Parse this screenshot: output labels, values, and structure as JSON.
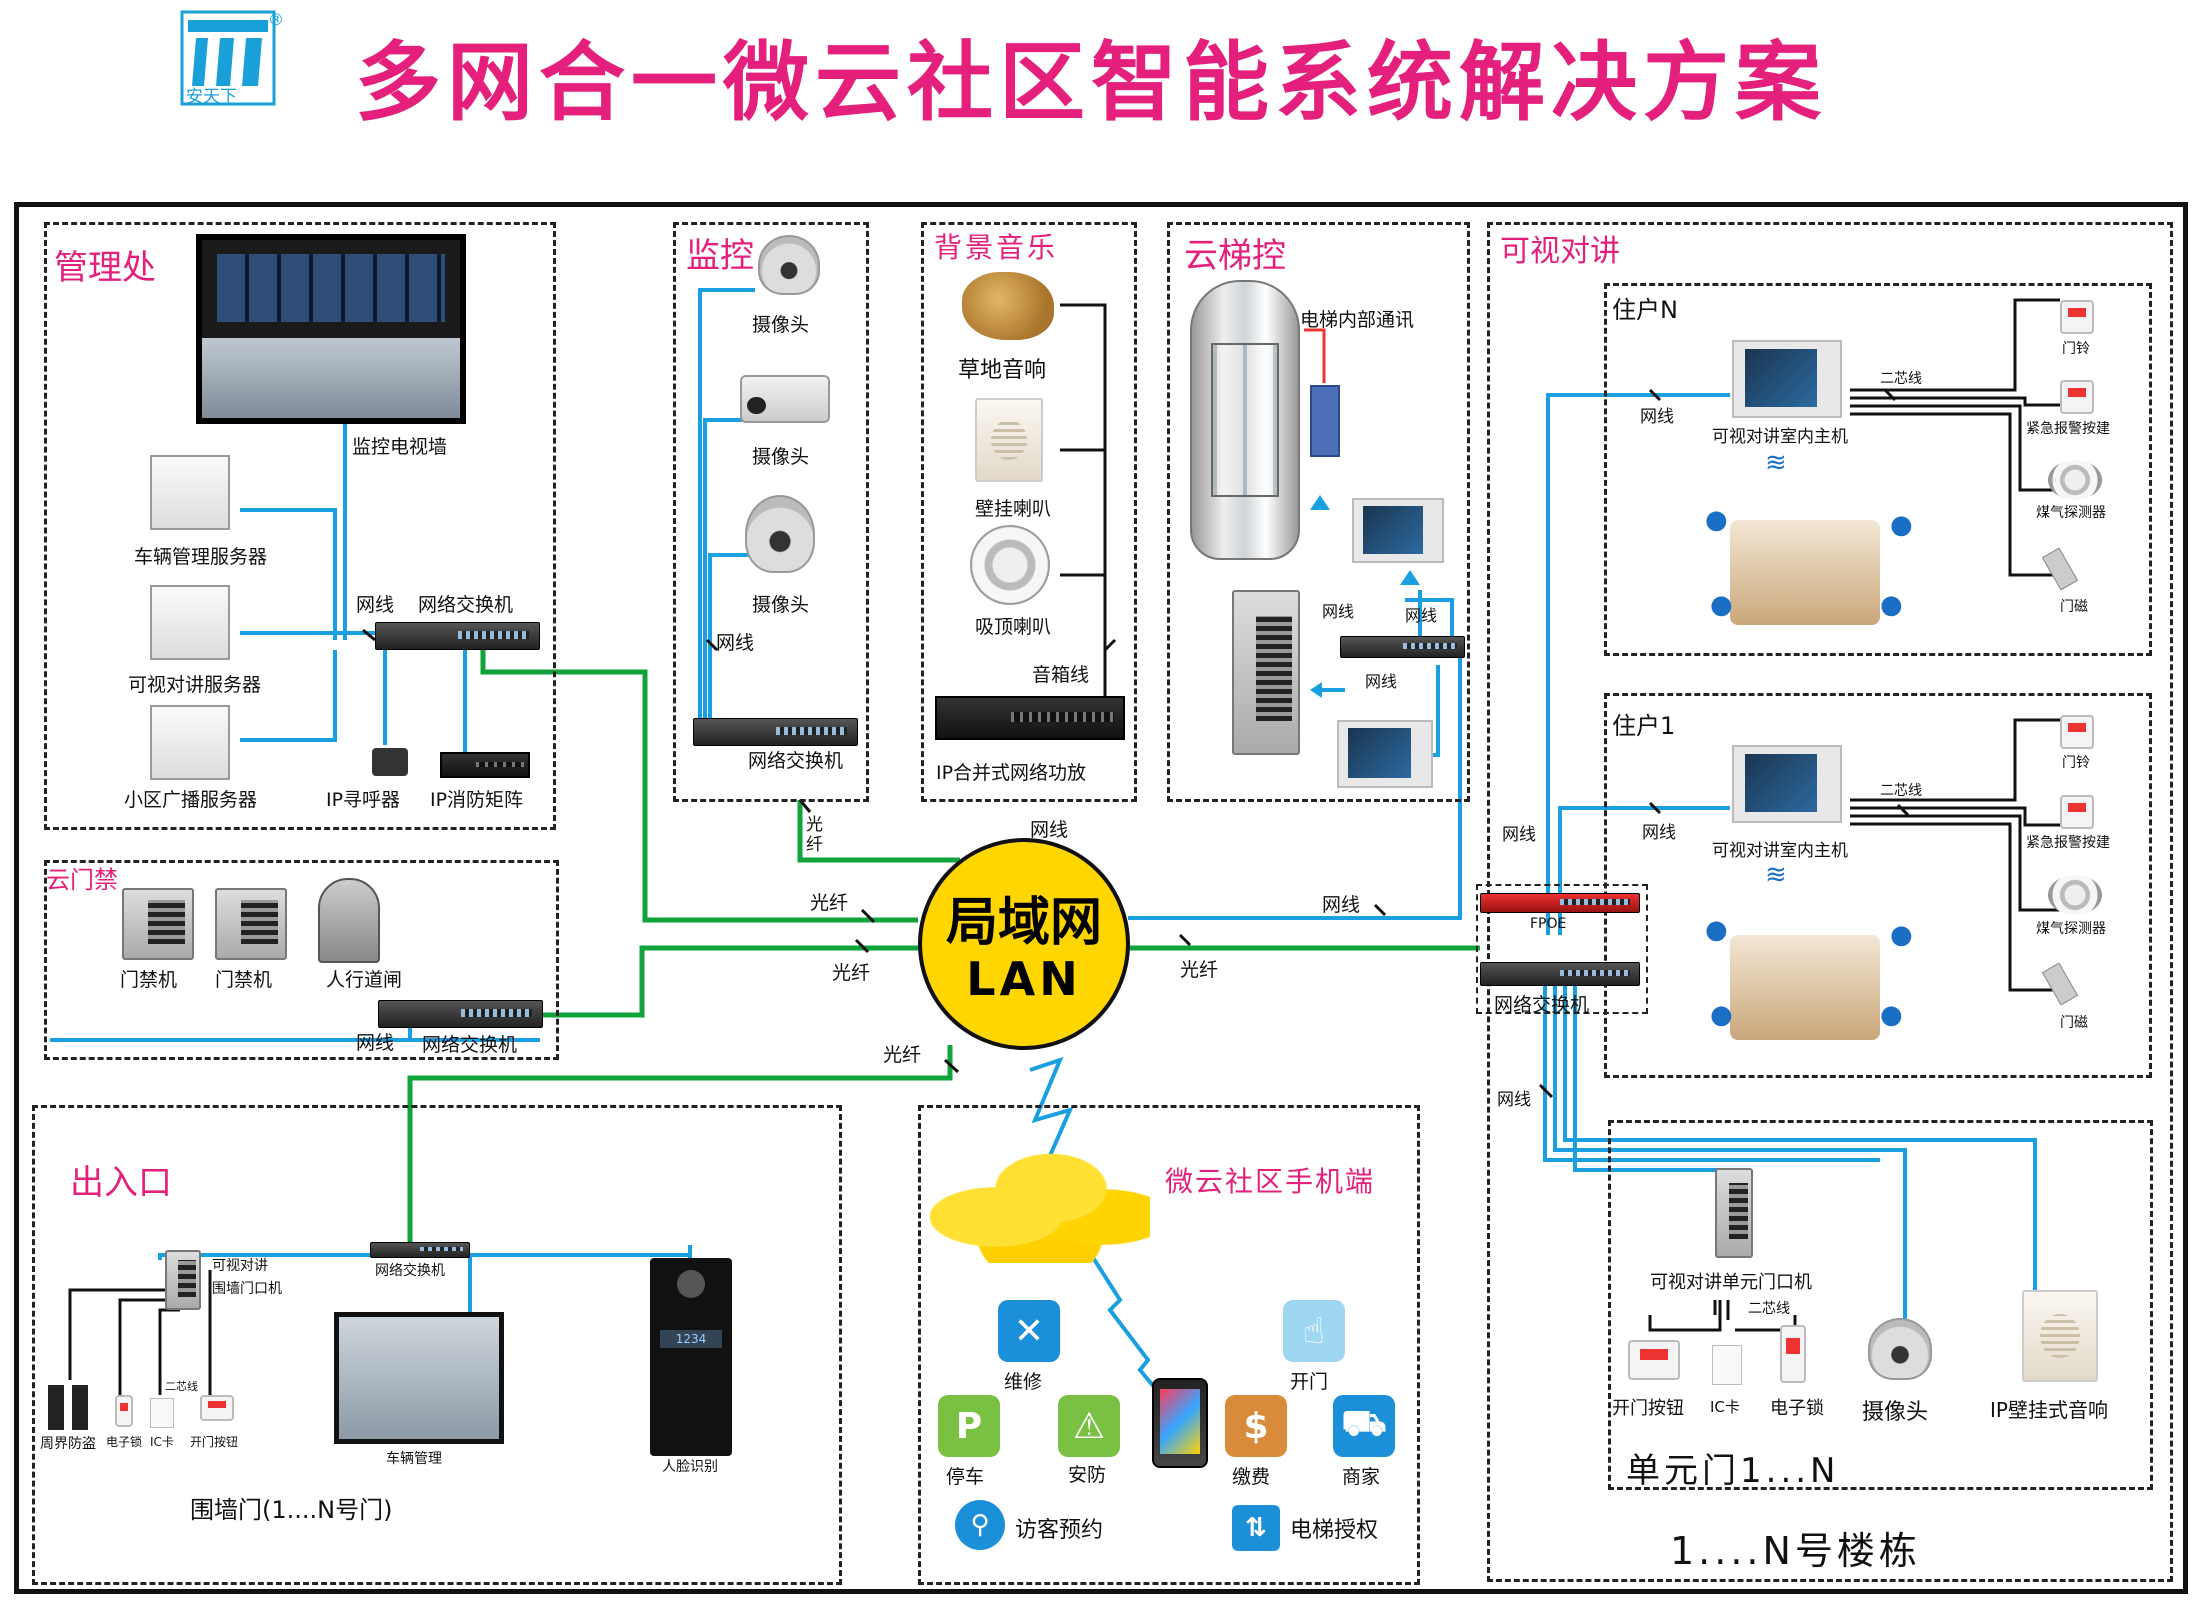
{
  "header": {
    "title": "多网合一微云社区智能系统解决方案",
    "logo_text": "安天下",
    "logo_mark": "®"
  },
  "colors": {
    "title": "#e4207c",
    "network_cable": "#1aa0e0",
    "fiber": "#11a33b",
    "lan_core": "#ffd600"
  },
  "lan": {
    "cn": "局域网",
    "en": "LAN"
  },
  "mgmt": {
    "title": "管理处",
    "tv_wall": "监控电视墙",
    "vehicle_server": "车辆管理服务器",
    "intercom_server": "可视对讲服务器",
    "broadcast_server": "小区广播服务器",
    "ip_pager": "IP寻呼器",
    "ip_fire_matrix": "IP消防矩阵",
    "cable": "网线",
    "switch": "网络交换机"
  },
  "monitor": {
    "title": "监控",
    "camera1": "摄像头",
    "camera2": "摄像头",
    "camera3": "摄像头",
    "cable": "网线",
    "switch": "网络交换机",
    "fiber": "光纤"
  },
  "music": {
    "title": "背景音乐",
    "lawn_speaker": "草地音响",
    "wall_speaker": "壁挂喇叭",
    "ceiling_speaker": "吸顶喇叭",
    "speaker_wire": "音箱线",
    "amplifier": "IP合并式网络功放",
    "cable": "网线"
  },
  "elevator": {
    "title": "云梯控",
    "internal_comm": "电梯内部通讯",
    "cable1": "网线",
    "cable2": "网线",
    "cable3": "网线"
  },
  "door": {
    "title": "云门禁",
    "access1": "门禁机",
    "access2": "门禁机",
    "gate": "人行道闸",
    "cable": "网线",
    "switch": "网络交换机"
  },
  "links": {
    "fiber_door": "光纤",
    "fiber_mgmt": "光纤",
    "fiber_exit": "光纤",
    "fiber_right": "光纤",
    "cable_elev": "网线"
  },
  "exit": {
    "title": "出入口",
    "switch": "网络交换机",
    "intercom_line1": "可视对讲",
    "intercom_line2": "围墙门口机",
    "two_core": "二芯线",
    "perimeter": "周界防盗",
    "e_lock": "电子锁",
    "ic_card": "IC卡",
    "open_btn": "开门按钮",
    "parking": "车辆管理",
    "face": "人脸识别",
    "wall_gate": "围墙门(1....N号门)",
    "face_screen": "1234"
  },
  "mobile": {
    "title": "微云社区手机端",
    "repair": "维修",
    "open_door": "开门",
    "parking": "停车",
    "security": "安防",
    "payment": "缴费",
    "shop": "商家",
    "visitor": "访客预约",
    "elevator": "电梯授权"
  },
  "intercom": {
    "title": "可视对讲",
    "resident_n": {
      "title": "住户N",
      "indoor": "可视对讲室内主机",
      "cable": "网线",
      "two_core": "二芯线",
      "doorbell": "门铃",
      "alarm_btn": "紧急报警按建",
      "gas": "煤气探测器",
      "magnet": "门磁"
    },
    "resident_1": {
      "title": "住户1",
      "indoor": "可视对讲室内主机",
      "cable": "网线",
      "two_core": "二芯线",
      "doorbell": "门铃",
      "alarm_btn": "紧急报警按建",
      "gas": "煤气探测器",
      "magnet": "门磁"
    },
    "fpoe": "FPOE",
    "switch": "网络交换机",
    "cable_a": "网线",
    "cable_b": "网线",
    "unit": {
      "outdoor": "可视对讲单元门口机",
      "two_core": "二芯线",
      "open_btn": "开门按钮",
      "ic_card": "IC卡",
      "e_lock": "电子锁",
      "camera": "摄像头",
      "ip_speaker": "IP壁挂式音响",
      "title": "单元门1...N"
    },
    "building": "1....N号楼栋"
  }
}
